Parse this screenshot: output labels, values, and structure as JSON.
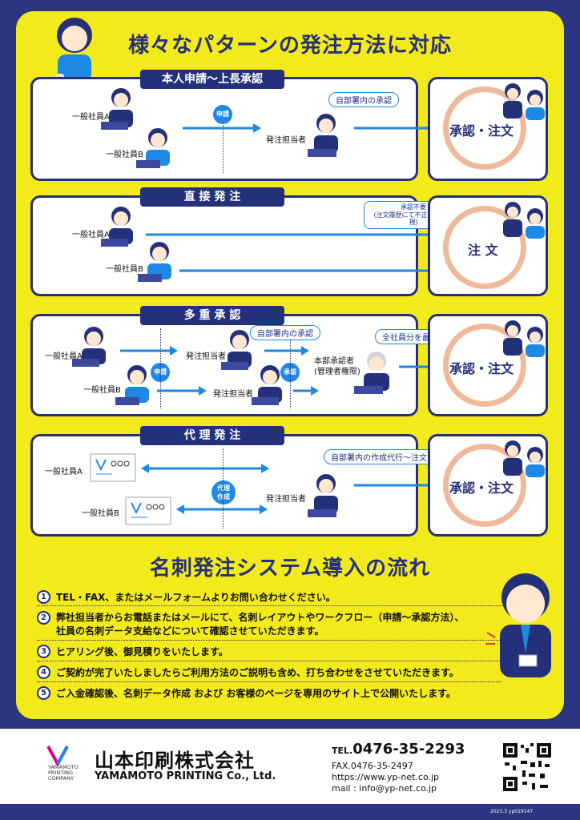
{
  "title": "様々なパターンの発注方法に対応",
  "sections": {
    "s1": {
      "label": "本人申請〜上長承認",
      "employee_a": "一般社員A",
      "employee_b": "一般社員B",
      "flow_tag": "申請",
      "handler": "発注担当者",
      "bubble": "自部署内の承認",
      "result": "承認・注文"
    },
    "s2": {
      "label": "直 接 発 注",
      "employee_a": "一般社員A",
      "employee_b": "一般社員B",
      "bubble_line1": "承認不要",
      "bubble_line2": "(注文履歴にて不正発注を監視)",
      "result": "注 文"
    },
    "s3": {
      "label": "多 重 承 認",
      "employee_a": "一般社員A",
      "employee_b": "一般社員B",
      "flow_tag": "申請",
      "handler_a": "発注担当者",
      "handler_b": "発注担当者",
      "bubble": "自部署内の承認",
      "flow_tag2": "承認",
      "approver_line1": "本部承認者",
      "approver_line2": "(管理者権限)",
      "bubble2": "全社員分を最終承認",
      "result": "承認・注文"
    },
    "s4": {
      "label": "代 理 発 注",
      "employee_a": "一般社員A",
      "employee_b": "一般社員B",
      "flow_tag_line1": "代理",
      "flow_tag_line2": "作成",
      "handler": "発注担当者",
      "bubble": "自部署内の作成代行〜注文",
      "result": "承認・注文"
    }
  },
  "flow_title": "名刺発注システム導入の流れ",
  "steps": [
    {
      "num": "1",
      "text": "TEL・FAX、またはメールフォームよりお問い合わせください。"
    },
    {
      "num": "2",
      "text": "弊社担当者からお電話またはメールにて、名刺レイアウトやワークフロー（申請〜承認方法）、",
      "text2": "社員の名刺データ支給などについて確認させていただきます。"
    },
    {
      "num": "3",
      "text": "ヒアリング後、御見積りをいたします。"
    },
    {
      "num": "4",
      "text": "ご契約が完了いたしましたらご利用方法のご説明も含め、打ち合わせをさせていただきます。"
    },
    {
      "num": "5",
      "text": "ご入金確認後、名刺データ作成 および お客様のページを専用のサイト上で公開いたします。"
    }
  ],
  "footer": {
    "logo_small_1": "YAMAMOTO",
    "logo_small_2": "PRINTING",
    "logo_small_3": "COMPANY",
    "company_jp": "山本印刷株式会社",
    "company_en": "YAMAMOTO PRINTING Co., Ltd.",
    "tel_prefix": "TEL.",
    "tel": "0476-35-2293",
    "fax": "FAX.0476-35-2497",
    "url": "https://www.yp-net.co.jp",
    "mail": "mail : info@yp-net.co.jp",
    "code": "2025.3  yp019147"
  },
  "colors": {
    "navy": "#2b3582",
    "yellow": "#f3ea1c",
    "accent_blue": "#1e88e5",
    "ring": "#f0b99a"
  },
  "icons": [
    "person-icon",
    "laptop-icon",
    "business-card-icon",
    "qr-code-icon",
    "logo-icon",
    "arrow-icon"
  ]
}
